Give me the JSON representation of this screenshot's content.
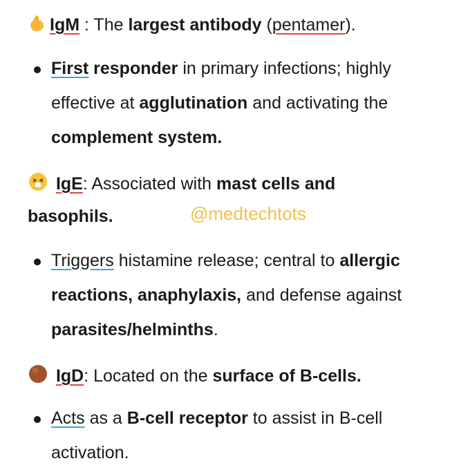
{
  "igm": {
    "icon": "flexed-biceps-icon",
    "name": "IgM",
    "sep": " : The ",
    "bold1": "largest antibody",
    "mid": " (",
    "pentamer": "pentamer",
    "end": ").",
    "bullet": {
      "first": "First",
      "responder": " responder",
      "rest1": " in primary infections; highly",
      "l2a": "effective at ",
      "agglut": "agglutination",
      "l2b": " and activating the",
      "complement": "complement system."
    }
  },
  "ige": {
    "icon": "sneezing-face-icon",
    "name": "IgE",
    "sep": ": Associated with ",
    "bold1": "mast cells and",
    "bold2": "basophils.",
    "bullet": {
      "triggers": "Triggers",
      "rest1": " histamine release; central to ",
      "allergic": "allergic",
      "reactions": "reactions, anaphylaxis,",
      "l2b": " and defense against",
      "parasites": "parasites/helminths",
      "period": "."
    }
  },
  "igd": {
    "icon": "brown-circle-icon",
    "name": "IgD",
    "sep": ": Located on the ",
    "bold1": "surface of B-cells.",
    "bullet": {
      "acts": "Acts",
      "l1a": " as a ",
      "receptor": "B-cell receptor",
      "l1b": " to assist in B-cell",
      "l2": "activation."
    }
  },
  "watermark": "@medtechtots",
  "colors": {
    "underline_red": "#e0443c",
    "underline_blue": "#39a8d6",
    "watermark": "#f0c14a",
    "brown": "#a0522d"
  }
}
